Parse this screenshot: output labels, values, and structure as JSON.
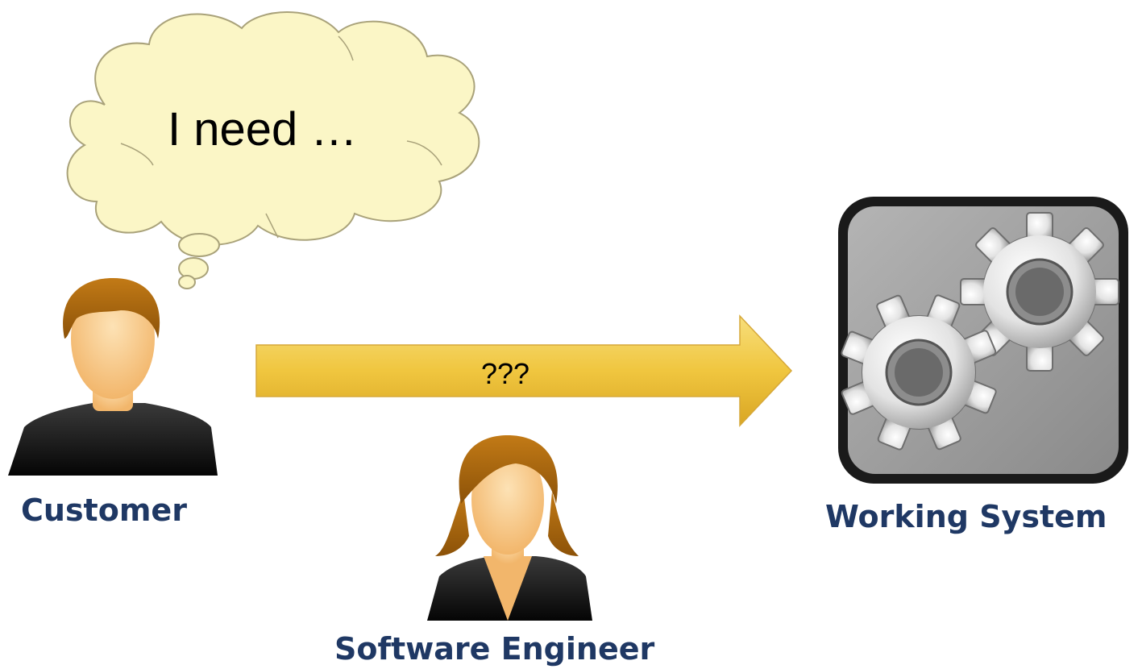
{
  "thought": {
    "text": "I need …"
  },
  "arrow": {
    "text": "???"
  },
  "actors": {
    "customer": "Customer",
    "engineer": "Software Engineer",
    "system": "Working System"
  },
  "icons": {
    "customer": "male-user-icon",
    "engineer": "female-user-icon",
    "system": "gears-icon",
    "thought": "thought-bubble",
    "arrow": "right-arrow"
  },
  "colors": {
    "label": "#1f3864",
    "bubble_fill": "#fbf6c6",
    "bubble_stroke": "#a9a27a",
    "arrow_fill": "#f1c842",
    "skin": "#f8c889",
    "hair": "#a7640b",
    "clothes": "#111111",
    "system_bg": "#9c9c9c",
    "system_frame": "#1a1a1a"
  }
}
